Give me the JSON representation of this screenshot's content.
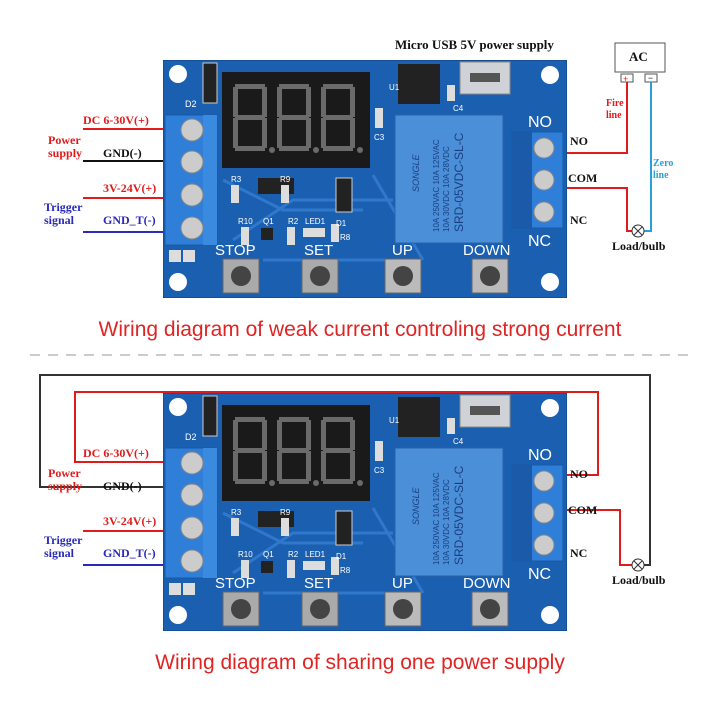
{
  "top": {
    "usb_label": "Micro USB 5V power supply",
    "ac_label": "AC",
    "ac_plus": "+",
    "ac_minus": "−",
    "fire_line": [
      "Fire",
      "line"
    ],
    "zero_line": [
      "Zero",
      "line"
    ],
    "load": "Load/bulb",
    "caption": "Wiring diagram of weak current controling strong current"
  },
  "bottom": {
    "load": "Load/bulb",
    "caption": "Wiring diagram of sharing one power supply"
  },
  "left_labels": {
    "dc": "DC 6-30V(+)",
    "power_supply": [
      "Power",
      "supply"
    ],
    "gnd": "GND(-)",
    "trig_v": "3V-24V(+)",
    "trigger_signal": [
      "Trigger",
      "signal"
    ],
    "gnd_t": "GND_T(-)"
  },
  "relay_labels": {
    "no": "NO",
    "com": "COM",
    "nc": "NC"
  },
  "board": {
    "stop": "STOP",
    "set": "SET",
    "up": "UP",
    "down": "DOWN",
    "no": "NO",
    "nc": "NC",
    "relay_brand": "SONGLE",
    "relay_line1": "10A 250VAC 10A 125VAC",
    "relay_line2": "10A 30VDC 10A 28VDC",
    "relay_model": "SRD-05VDC-SL-C",
    "d1": "D1",
    "d2": "D2",
    "r3": "R3",
    "r9": "R9",
    "r10": "R10",
    "q1": "Q1",
    "r2": "R2",
    "led1": "LED1",
    "r8": "R8",
    "c3": "C3",
    "c4": "C4",
    "u1": "U1"
  },
  "colors": {
    "power_wire": "#e01b1b",
    "ground_wire": "#111111",
    "trigger_wire": "#2a2ab8",
    "zero_wire": "#2aa0d8",
    "pcb": "#1b5fb0",
    "terminal": "#2f7fd8"
  }
}
